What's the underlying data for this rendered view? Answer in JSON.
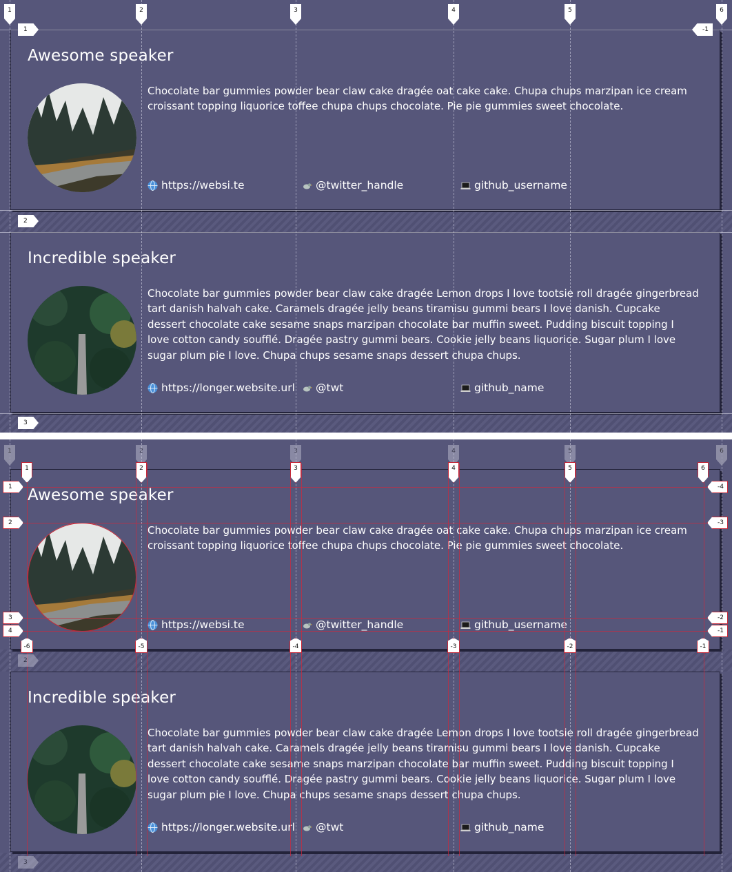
{
  "speakers": [
    {
      "name": "Awesome speaker",
      "bio": "Chocolate bar gummies powder bear claw cake dragée oat cake cake. Chupa chups marzipan ice cream croissant topping liquorice toffee chupa chups chocolate. Pie pie gummies sweet chocolate.",
      "website": "https://websi.te",
      "twitter": "@twitter_handle",
      "github": "github_username",
      "photo": "foggy forest road"
    },
    {
      "name": "Incredible speaker",
      "bio": "Chocolate bar gummies powder bear claw cake dragée Lemon drops I love tootsie roll dragée gingerbread tart danish halvah cake. Caramels dragée jelly beans tiramisu gummi bears I love danish. Cupcake dessert chocolate cake sesame snaps marzipan chocolate bar muffin sweet. Pudding biscuit topping I love cotton candy soufflé. Dragée pastry gummi bears. Cookie jelly beans liquorice. Sugar plum I love sugar plum pie I love. Chupa chups sesame snaps dessert chupa chups.",
      "website": "https://longer.website.url",
      "twitter": "@twt",
      "github": "github_name",
      "photo": "aerial forest road"
    }
  ],
  "grid_overlay": {
    "column_lines": [
      "1",
      "2",
      "3",
      "4",
      "5",
      "6"
    ],
    "top_row_lines": [
      "1",
      "2",
      "3"
    ],
    "top_row_end": "-1",
    "subgrid_columns": [
      "1",
      "2",
      "3",
      "4",
      "5",
      "6"
    ],
    "subgrid_columns_negative": [
      "-6",
      "-5",
      "-4",
      "-3",
      "-2",
      "-1"
    ],
    "subgrid_rows": [
      "1",
      "2",
      "3",
      "4"
    ],
    "subgrid_rows_negative": [
      "-4",
      "-3",
      "-2",
      "-1"
    ],
    "ghost_rows": [
      "2",
      "3"
    ]
  },
  "colors": {
    "background": "#56567a",
    "card_border": "#23233a",
    "overlay_line": "#c62838",
    "text": "#ffffff"
  },
  "icons": {
    "website": "globe-icon",
    "twitter": "bird-icon",
    "github": "laptop-icon"
  }
}
